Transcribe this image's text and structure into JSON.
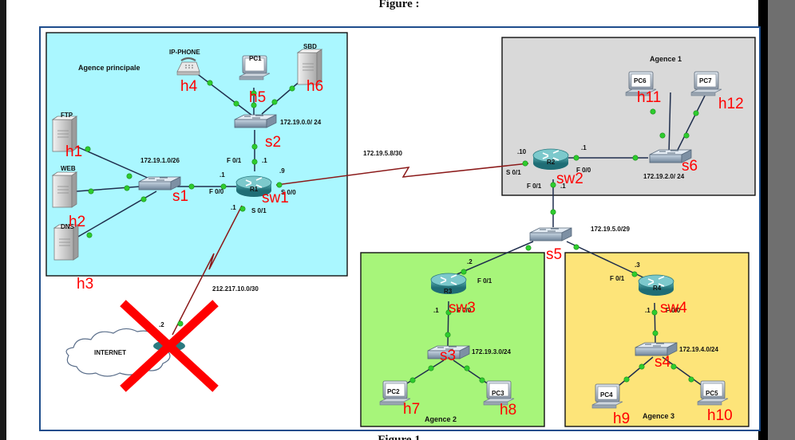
{
  "figure_top_caption": "Figure :",
  "figure_bottom_caption": "Figure 1",
  "colors": {
    "zone_principale": "#aaf7ff",
    "zone_agence1": "#d9d9d9",
    "zone_agence2": "#a7f57a",
    "zone_agence3": "#fde479",
    "link_lan": "#1f2e4d",
    "link_wan": "#8b1a1a",
    "port_dot": "#22cc22",
    "red_label": "#ff0000",
    "cross": "#ff0000",
    "outer_frame": "#1e4d8c"
  },
  "zones": {
    "principale": "Agence principale",
    "agence1": "Agence 1",
    "agence2": "Agence 2",
    "agence3": "Agence 3"
  },
  "devices": {
    "ip_phone": "IP-PHONE",
    "pc1": "PC1",
    "sbd": "SBD",
    "ftp": "FTP",
    "web": "WEB",
    "dns": "DNS",
    "r1": "R1",
    "r2": "R2",
    "r3": "R3",
    "r4": "R4",
    "pc2": "PC2",
    "pc3": "PC3",
    "pc4": "PC4",
    "pc5": "PC5",
    "pc6": "PC6",
    "pc7": "PC7",
    "internet": "INTERNET"
  },
  "networks": {
    "n_172_19_0_0": "172.19.0.0/ 24",
    "n_172_19_1_0": "172.19.1.0/26",
    "n_172_19_5_8": "172.19.5.8/30",
    "n_172_19_2_0": "172.19.2.0/ 24",
    "n_172_19_5_0": "172.19.5.0/29",
    "n_212": "212.217.10.0/30",
    "n_172_19_3_0": "172.19.3.0/24",
    "n_172_19_4_0": "172.19.4.0/24"
  },
  "ports": {
    "r1_f01": "F 0/1",
    "r1_f01_ip": ".1",
    "r1_f00": "F 0/0",
    "r1_f00_ip": ".1",
    "r1_s00": "S 0/0",
    "r1_s00_ip": ".9",
    "r1_s01": "S 0/1",
    "r1_s01_ip": ".1",
    "r2_s01": "S 0/1",
    "r2_s01_ip": ".10",
    "r2_f00": "F 0/0",
    "r2_f00_ip": ".1",
    "r2_f01": "F 0/1",
    "r2_f01_ip": ".1",
    "r3_f01": "F 0/1",
    "r3_f01_ip": ".2",
    "r3_f00": "F 0/0",
    "r3_f00_ip": ".1",
    "r4_f01": "F 0/1",
    "r4_f01_ip": ".3",
    "r4_f00": "F 0/0",
    "r4_f00_ip": ".1",
    "internet_ip": ".2"
  },
  "red_labels": {
    "h1": "h1",
    "h2": "h2",
    "h3": "h3",
    "h4": "h4",
    "h5": "h5",
    "h6": "h6",
    "h7": "h7",
    "h8": "h8",
    "h9": "h9",
    "h10": "h10",
    "h11": "h11",
    "h12": "h12",
    "s1": "s1",
    "s2": "s2",
    "s3": "s3",
    "s4": "s4",
    "s5": "s5",
    "s6": "s6",
    "sw1": "sw1",
    "sw2": "sw2",
    "sw3": "sw3",
    "sw4": "sw4"
  }
}
